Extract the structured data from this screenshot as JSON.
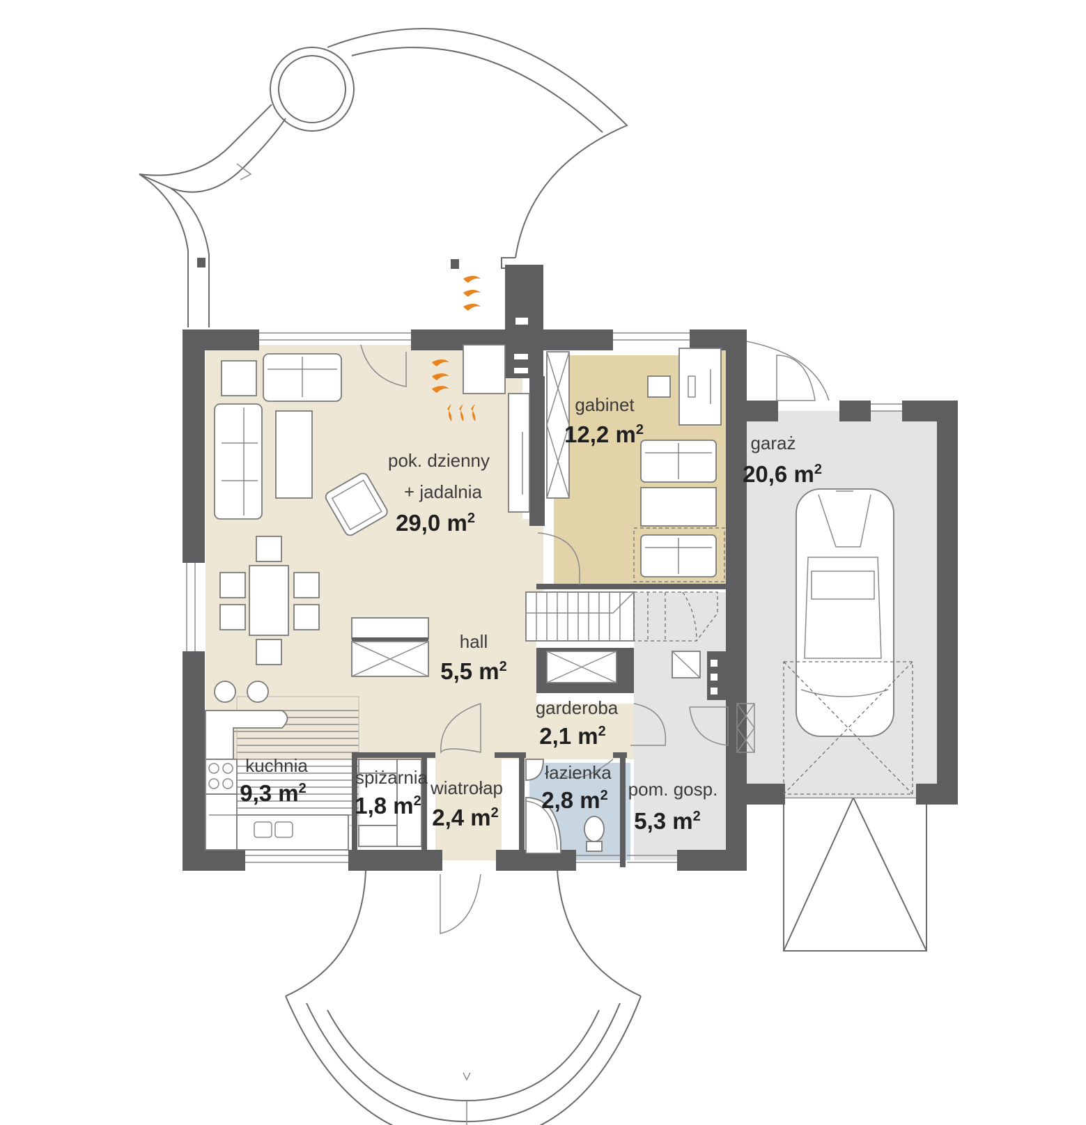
{
  "colors": {
    "wall": "#5e5e60",
    "living": "#eee7d6",
    "office": "#e3d3a9",
    "utility": "#e4e4e6",
    "bathroom": "#c8d6e2",
    "flame": "#e8841f"
  },
  "rooms": [
    {
      "id": "living",
      "name": "pok. dzienny",
      "name2": "+ jadalnia",
      "area": "29,0 m",
      "sup": "2"
    },
    {
      "id": "office",
      "name": "gabinet",
      "area": "12,2 m",
      "sup": "2"
    },
    {
      "id": "garage",
      "name": "garaż",
      "area": "20,6 m",
      "sup": "2"
    },
    {
      "id": "hall",
      "name": "hall",
      "area": "5,5 m",
      "sup": "2"
    },
    {
      "id": "wardrobe",
      "name": "garderoba",
      "area": "2,1 m",
      "sup": "2"
    },
    {
      "id": "kitchen",
      "name": "kuchnia",
      "area": "9,3 m",
      "sup": "2"
    },
    {
      "id": "pantry",
      "name": "spiżarnia",
      "area": "1,8 m",
      "sup": "2"
    },
    {
      "id": "vestibule",
      "name": "wiatrołap",
      "area": "2,4 m",
      "sup": "2"
    },
    {
      "id": "bathroom",
      "name": "łazienka",
      "area": "2,8 m",
      "sup": "2"
    },
    {
      "id": "utility",
      "name": "pom. gosp.",
      "area": "5,3 m",
      "sup": "2"
    }
  ],
  "icons": {
    "fireplace": "fireplace-flame-icon",
    "car": "car-icon",
    "stove": "stove-icon",
    "sink": "sink-icon",
    "toilet": "toilet-icon",
    "shower": "shower-icon"
  }
}
